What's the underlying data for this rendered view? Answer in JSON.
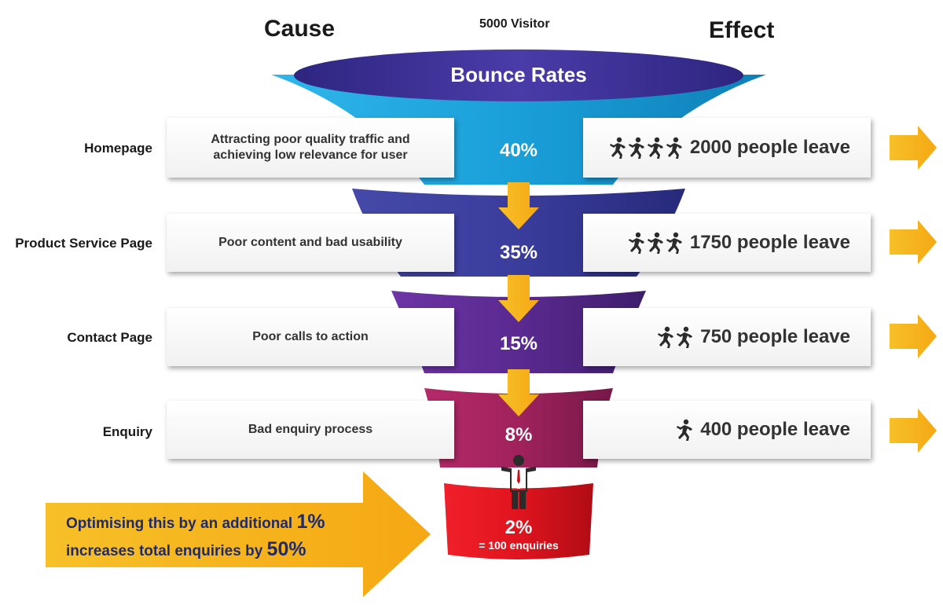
{
  "headers": {
    "cause": "Cause",
    "effect": "Effect",
    "visitors": "5000 Visitor"
  },
  "funnel": {
    "title": "Bounce Rates",
    "final_pct": "2%",
    "final_note": "= 100 enquiries"
  },
  "stages": [
    {
      "label": "Homepage",
      "cause": "Attracting poor quality traffic and achieving low relevance for user",
      "pct": "40%",
      "runners": 4,
      "effect": "2000 people leave",
      "color": "#1fa6dd"
    },
    {
      "label": "Product Service Page",
      "cause": "Poor content and bad usability",
      "pct": "35%",
      "runners": 3,
      "effect": "1750 people leave",
      "color": "#3a3d9c"
    },
    {
      "label": "Contact Page",
      "cause": "Poor calls to action",
      "pct": "15%",
      "runners": 2,
      "effect": "750 people leave",
      "color": "#5c2a93"
    },
    {
      "label": "Enquiry",
      "cause": "Bad enquiry process",
      "pct": "8%",
      "runners": 1,
      "effect": "400 people leave",
      "color": "#a0225c"
    }
  ],
  "callout": {
    "line1_prefix": "Optimising this by an additional ",
    "line1_big": "1%",
    "line2_prefix": "increases total enquiries by ",
    "line2_big": "50%"
  },
  "colors": {
    "arrow": "#f7c028",
    "final": "#e0141e",
    "top_ring": "#3b2f8c"
  },
  "icons": [
    "runner-icon",
    "down-arrow-icon",
    "right-arrow-icon",
    "businessman-icon"
  ]
}
